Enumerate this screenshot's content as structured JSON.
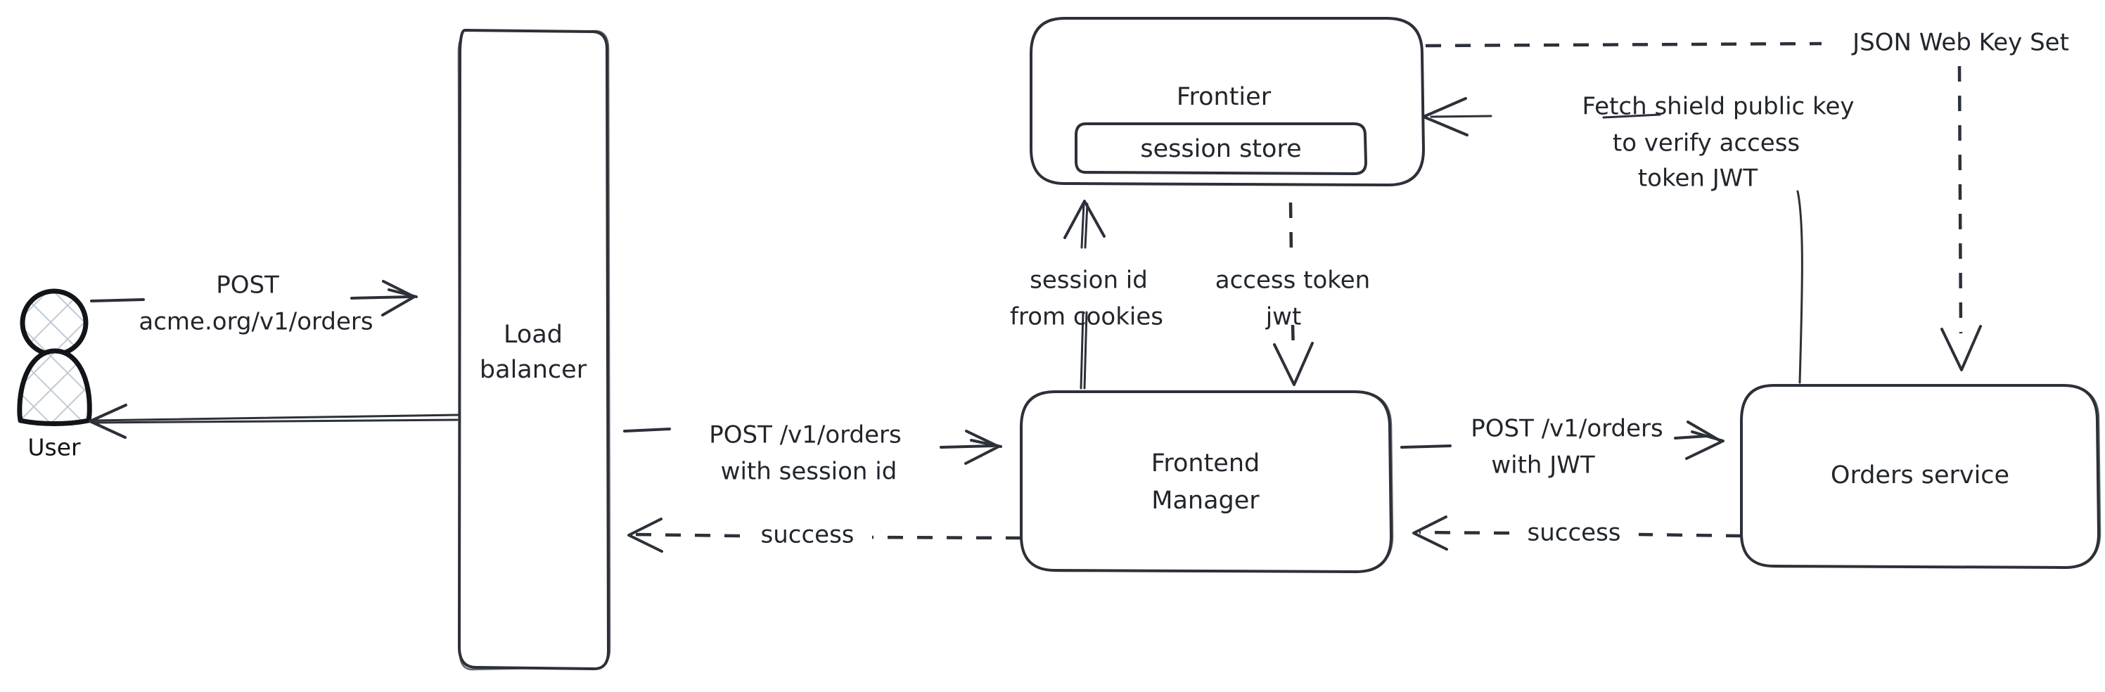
{
  "diagram": {
    "title": "Order request authentication flow",
    "background_color": "#ffffff",
    "stroke_color": "#2c3038",
    "text_color": "#22262c",
    "hatch_color": "#c2cad6",
    "actor": {
      "name": "user-actor",
      "label": "User",
      "icon": "person-icon"
    },
    "nodes": [
      {
        "id": "load-balancer",
        "label_line1": "Load",
        "label_line2": "balancer"
      },
      {
        "id": "frontier",
        "label_line1": "Frontier",
        "label_line2": ""
      },
      {
        "id": "session-store",
        "label_line1": "session store",
        "label_line2": ""
      },
      {
        "id": "frontend-manager",
        "label_line1": "Frontend",
        "label_line2": "Manager"
      },
      {
        "id": "orders-service",
        "label_line1": "Orders service",
        "label_line2": ""
      }
    ],
    "edges": [
      {
        "id": "user-to-lb",
        "from": "user-actor",
        "to": "load-balancer",
        "style": "solid",
        "label_line1": "POST",
        "label_line2": "acme.org/v1/orders"
      },
      {
        "id": "lb-to-user",
        "from": "load-balancer",
        "to": "user-actor",
        "style": "solid",
        "label_line1": "",
        "label_line2": ""
      },
      {
        "id": "lb-to-fm",
        "from": "load-balancer",
        "to": "frontend-manager",
        "style": "solid",
        "label_line1": "POST /v1/orders",
        "label_line2": "with session id"
      },
      {
        "id": "fm-to-lb-success",
        "from": "frontend-manager",
        "to": "load-balancer",
        "style": "dashed",
        "label_line1": "success",
        "label_line2": ""
      },
      {
        "id": "fm-to-frontier",
        "from": "frontend-manager",
        "to": "frontier",
        "style": "solid",
        "label_line1": "session id",
        "label_line2": "from cookies"
      },
      {
        "id": "frontier-to-fm",
        "from": "frontier",
        "to": "frontend-manager",
        "style": "dashed",
        "label_line1": "access token",
        "label_line2": "jwt"
      },
      {
        "id": "fm-to-orders",
        "from": "frontend-manager",
        "to": "orders-service",
        "style": "solid",
        "label_line1": "POST /v1/orders",
        "label_line2": "with JWT"
      },
      {
        "id": "orders-to-fm-success",
        "from": "orders-service",
        "to": "frontend-manager",
        "style": "dashed",
        "label_line1": "success",
        "label_line2": ""
      },
      {
        "id": "orders-to-frontier-fetch",
        "from": "orders-service",
        "to": "frontier",
        "style": "solid",
        "label_line1": "Fetch shield public key",
        "label_line2": "to verify access",
        "label_line3": "token JWT"
      },
      {
        "id": "frontier-to-orders-jwks",
        "from": "frontier",
        "to": "orders-service",
        "style": "dashed",
        "label_line1": "JSON Web Key Set",
        "label_line2": ""
      }
    ]
  }
}
